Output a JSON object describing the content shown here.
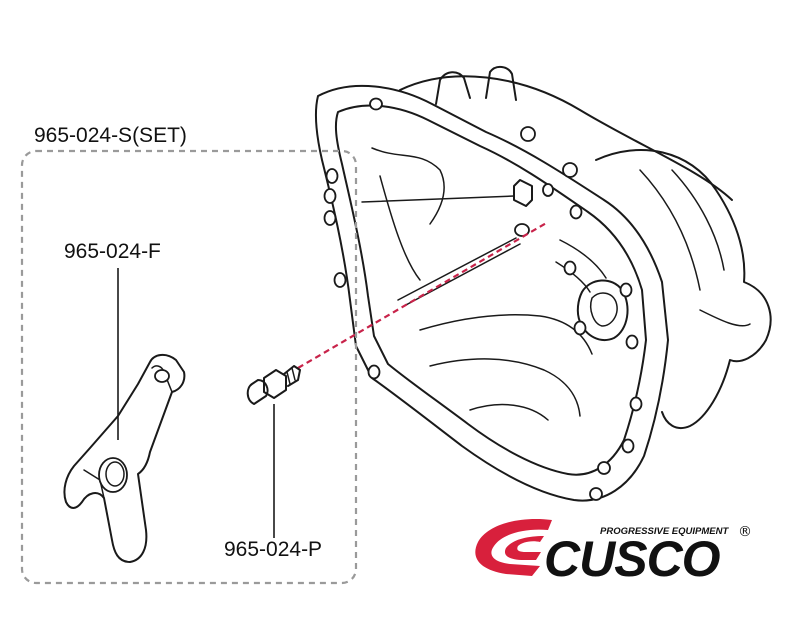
{
  "labels": {
    "set": "965-024-S(SET)",
    "fork": "965-024-F",
    "pivot": "965-024-P"
  },
  "logo": {
    "wordmark": "CUSCO",
    "tagline": "PROGRESSIVE EQUIPMENT",
    "registered": "®"
  },
  "colors": {
    "install_path": "#c8234a",
    "logo_red": "#d8203c",
    "set_border": "#9a9a9a",
    "line_art": "#1a1a1a"
  },
  "icons": {
    "logo_mark": "cusco-swoosh-icon"
  }
}
